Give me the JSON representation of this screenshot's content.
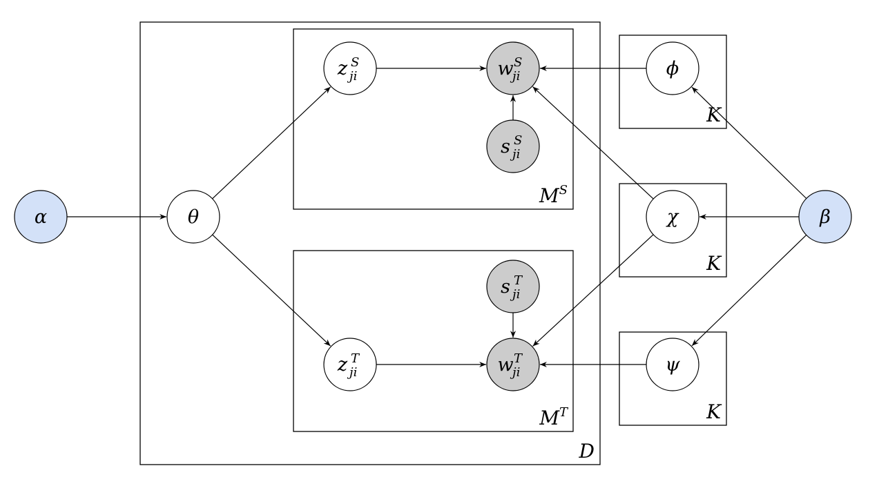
{
  "diagram": {
    "type": "graphical-model (plate notation)",
    "colors": {
      "hyperparameter_fill": "#d3e1f8",
      "observed_fill": "#cccccc",
      "latent_fill": "#ffffff",
      "stroke": "#000000"
    },
    "plates": [
      {
        "id": "D",
        "label": "D",
        "label_sup": ""
      },
      {
        "id": "MS",
        "label": "M",
        "label_sup": "S"
      },
      {
        "id": "MT",
        "label": "M",
        "label_sup": "T"
      },
      {
        "id": "K1",
        "label": "K",
        "label_sup": ""
      },
      {
        "id": "K2",
        "label": "K",
        "label_sup": ""
      },
      {
        "id": "K3",
        "label": "K",
        "label_sup": ""
      }
    ],
    "nodes": [
      {
        "id": "alpha",
        "symbol": "α",
        "sup": "",
        "sub": "",
        "kind": "hyperparameter"
      },
      {
        "id": "theta",
        "symbol": "θ",
        "sup": "",
        "sub": "",
        "kind": "latent"
      },
      {
        "id": "zS",
        "symbol": "z",
        "sup": "S",
        "sub": "ji",
        "kind": "latent"
      },
      {
        "id": "wS",
        "symbol": "w",
        "sup": "S",
        "sub": "ji",
        "kind": "observed"
      },
      {
        "id": "sS",
        "symbol": "s",
        "sup": "S",
        "sub": "ji",
        "kind": "observed"
      },
      {
        "id": "zT",
        "symbol": "z",
        "sup": "T",
        "sub": "ji",
        "kind": "latent"
      },
      {
        "id": "wT",
        "symbol": "w",
        "sup": "T",
        "sub": "ji",
        "kind": "observed"
      },
      {
        "id": "sT",
        "symbol": "s",
        "sup": "T",
        "sub": "ji",
        "kind": "observed"
      },
      {
        "id": "phi",
        "symbol": "ϕ",
        "sup": "",
        "sub": "",
        "kind": "latent"
      },
      {
        "id": "chi",
        "symbol": "χ",
        "sup": "",
        "sub": "",
        "kind": "latent"
      },
      {
        "id": "psi",
        "symbol": "ψ",
        "sup": "",
        "sub": "",
        "kind": "latent"
      },
      {
        "id": "beta",
        "symbol": "β",
        "sup": "",
        "sub": "",
        "kind": "hyperparameter"
      }
    ],
    "edges": [
      {
        "from": "alpha",
        "to": "theta"
      },
      {
        "from": "theta",
        "to": "zS"
      },
      {
        "from": "theta",
        "to": "zT"
      },
      {
        "from": "zS",
        "to": "wS"
      },
      {
        "from": "sS",
        "to": "wS"
      },
      {
        "from": "phi",
        "to": "wS"
      },
      {
        "from": "chi",
        "to": "wS"
      },
      {
        "from": "zT",
        "to": "wT"
      },
      {
        "from": "sT",
        "to": "wT"
      },
      {
        "from": "psi",
        "to": "wT"
      },
      {
        "from": "chi",
        "to": "wT"
      },
      {
        "from": "beta",
        "to": "phi"
      },
      {
        "from": "beta",
        "to": "chi"
      },
      {
        "from": "beta",
        "to": "psi"
      }
    ]
  }
}
